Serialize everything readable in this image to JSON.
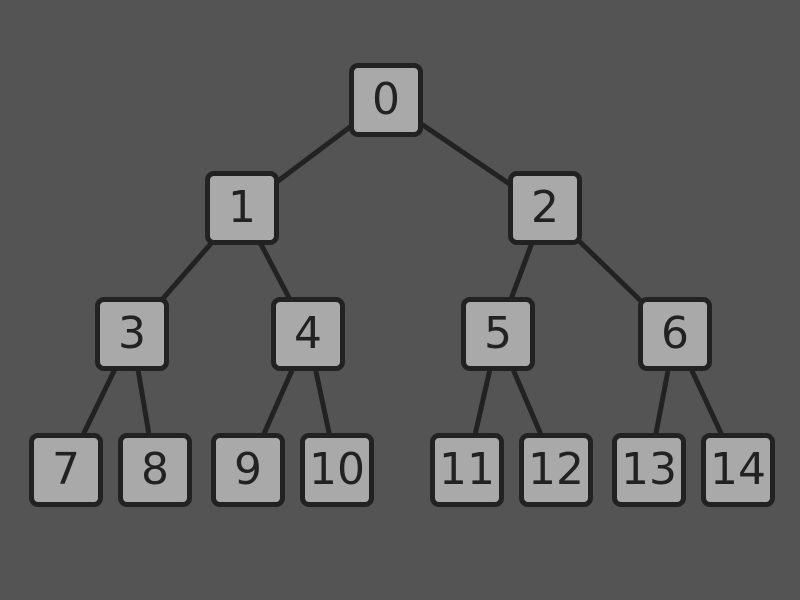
{
  "diagram": {
    "type": "binary-tree",
    "colors": {
      "background": "#545454",
      "node_fill": "#a9a9a9",
      "node_border": "#222222",
      "edge": "#222222",
      "text": "#222222"
    },
    "nodes": [
      "0",
      "1",
      "2",
      "3",
      "4",
      "5",
      "6",
      "7",
      "8",
      "9",
      "10",
      "11",
      "12",
      "13",
      "14"
    ],
    "edges": [
      [
        "0",
        "1"
      ],
      [
        "0",
        "2"
      ],
      [
        "1",
        "3"
      ],
      [
        "1",
        "4"
      ],
      [
        "2",
        "5"
      ],
      [
        "2",
        "6"
      ],
      [
        "3",
        "7"
      ],
      [
        "3",
        "8"
      ],
      [
        "4",
        "9"
      ],
      [
        "4",
        "10"
      ],
      [
        "5",
        "11"
      ],
      [
        "5",
        "12"
      ],
      [
        "6",
        "13"
      ],
      [
        "6",
        "14"
      ]
    ]
  }
}
